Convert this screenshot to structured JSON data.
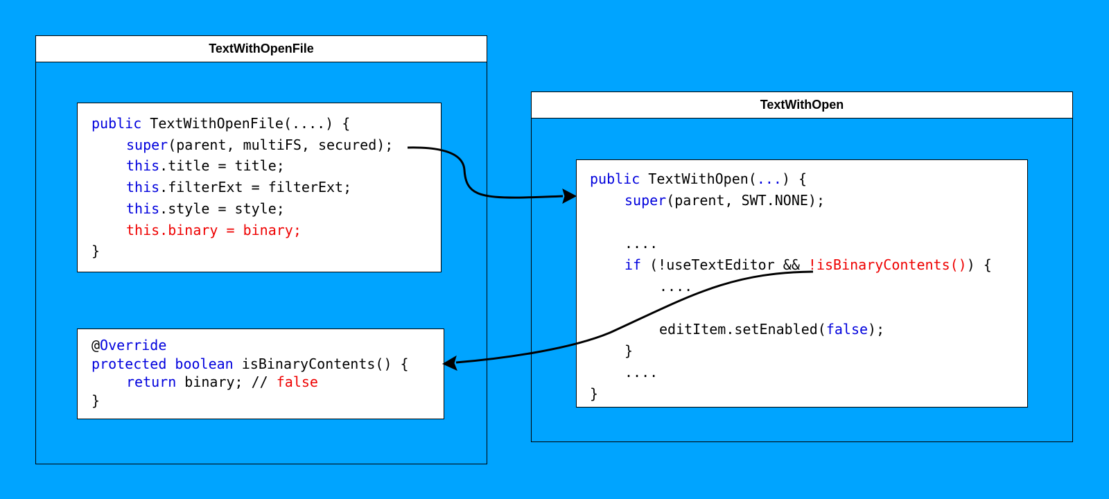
{
  "diagram": {
    "left_class": {
      "title": "TextWithOpenFile",
      "constructor": {
        "l1_kw": "public",
        "l1_rest": " TextWithOpenFile(....) {",
        "l2_kw": "super",
        "l2_rest": "(parent, multiFS, secured);",
        "l3_kw": "this",
        "l3_rest": ".title = title;",
        "l4_kw": "this",
        "l4_rest": ".filterExt = filterExt;",
        "l5_kw": "this",
        "l5_rest": ".style = style;",
        "l6": "this.binary = binary;",
        "l7": "}"
      },
      "override_method": {
        "l1_at": "@",
        "l1_kw": "Override",
        "l2_kw1": "protected",
        "l2_kw2": "boolean",
        "l2_rest": " isBinaryContents() {",
        "l3_kw": "return",
        "l3_rest": " binary; // ",
        "l3_red": "false",
        "l4": "}"
      }
    },
    "right_class": {
      "title": "TextWithOpen",
      "constructor": {
        "l1_kw": "public",
        "l1_mid": " TextWithOpen(",
        "l1_dots": "...",
        "l1_end": ") {",
        "l2_kw": "super",
        "l2_rest": "(parent, SWT.NONE);",
        "l3": "",
        "l4": "....",
        "l5_kw": "if",
        "l5_rest": " (!useTextEditor && ",
        "l5_red": "!isBinaryContents()",
        "l5_end": ") {",
        "l6": "....",
        "l7": "",
        "l8_pre": "editItem.setEnabled(",
        "l8_kw": "false",
        "l8_end": ");",
        "l9": "}",
        "l10": "....",
        "l11": "}"
      }
    },
    "colors": {
      "background": "#00A4FF",
      "keyword": "#0000DD",
      "highlight": "#EE0000",
      "border": "#000000"
    }
  }
}
